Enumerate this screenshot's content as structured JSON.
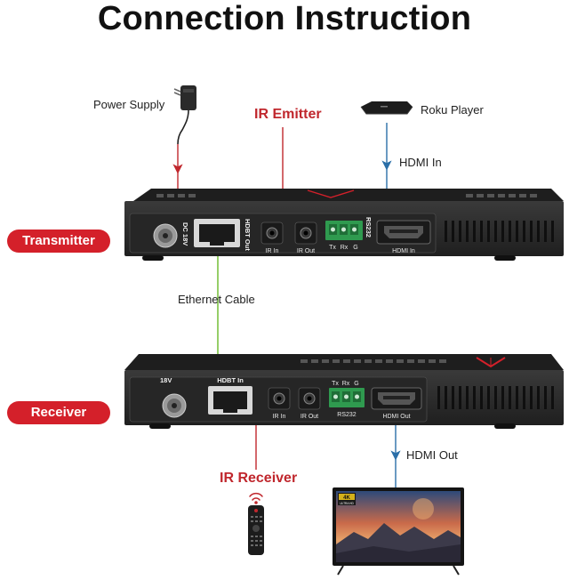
{
  "title": "Connection Instruction",
  "colors": {
    "accent_red": "#d4202a",
    "ir_red": "#c0272d",
    "blue_line": "#2a6fa8",
    "green_line": "#7cc143",
    "device_body": "#2b2b2b",
    "terminal_green": "#2f9a4f"
  },
  "labels": {
    "power_supply": "Power Supply",
    "ir_emitter": "IR Emitter",
    "roku_player": "Roku Player",
    "hdmi_in": "HDMI In",
    "ethernet_cable": "Ethernet Cable",
    "hdmi_out": "HDMI Out",
    "ir_receiver": "IR Receiver"
  },
  "badges": {
    "transmitter": "Transmitter",
    "receiver": "Receiver"
  },
  "transmitter_ports": {
    "dc": "DC 18V",
    "hdbt": "HDBT Out",
    "ir_in": "IR In",
    "ir_out": "IR Out",
    "rs232": "RS232",
    "tx": "Tx",
    "rx": "Rx",
    "g": "G",
    "hdmi": "HDMI In"
  },
  "receiver_ports": {
    "dc": "18V",
    "hdbt": "HDBT In",
    "ir_in": "IR In",
    "ir_out": "IR Out",
    "rs232": "RS232",
    "tx": "Tx",
    "rx": "Rx",
    "g": "G",
    "hdmi": "HDMI Out"
  },
  "tv_badge": {
    "top": "4K",
    "bottom": "ULTRA HD"
  },
  "icons": [
    "power-adapter-icon",
    "roku-player-icon",
    "remote-control-icon",
    "wireless-signal-icon",
    "tv-icon"
  ]
}
